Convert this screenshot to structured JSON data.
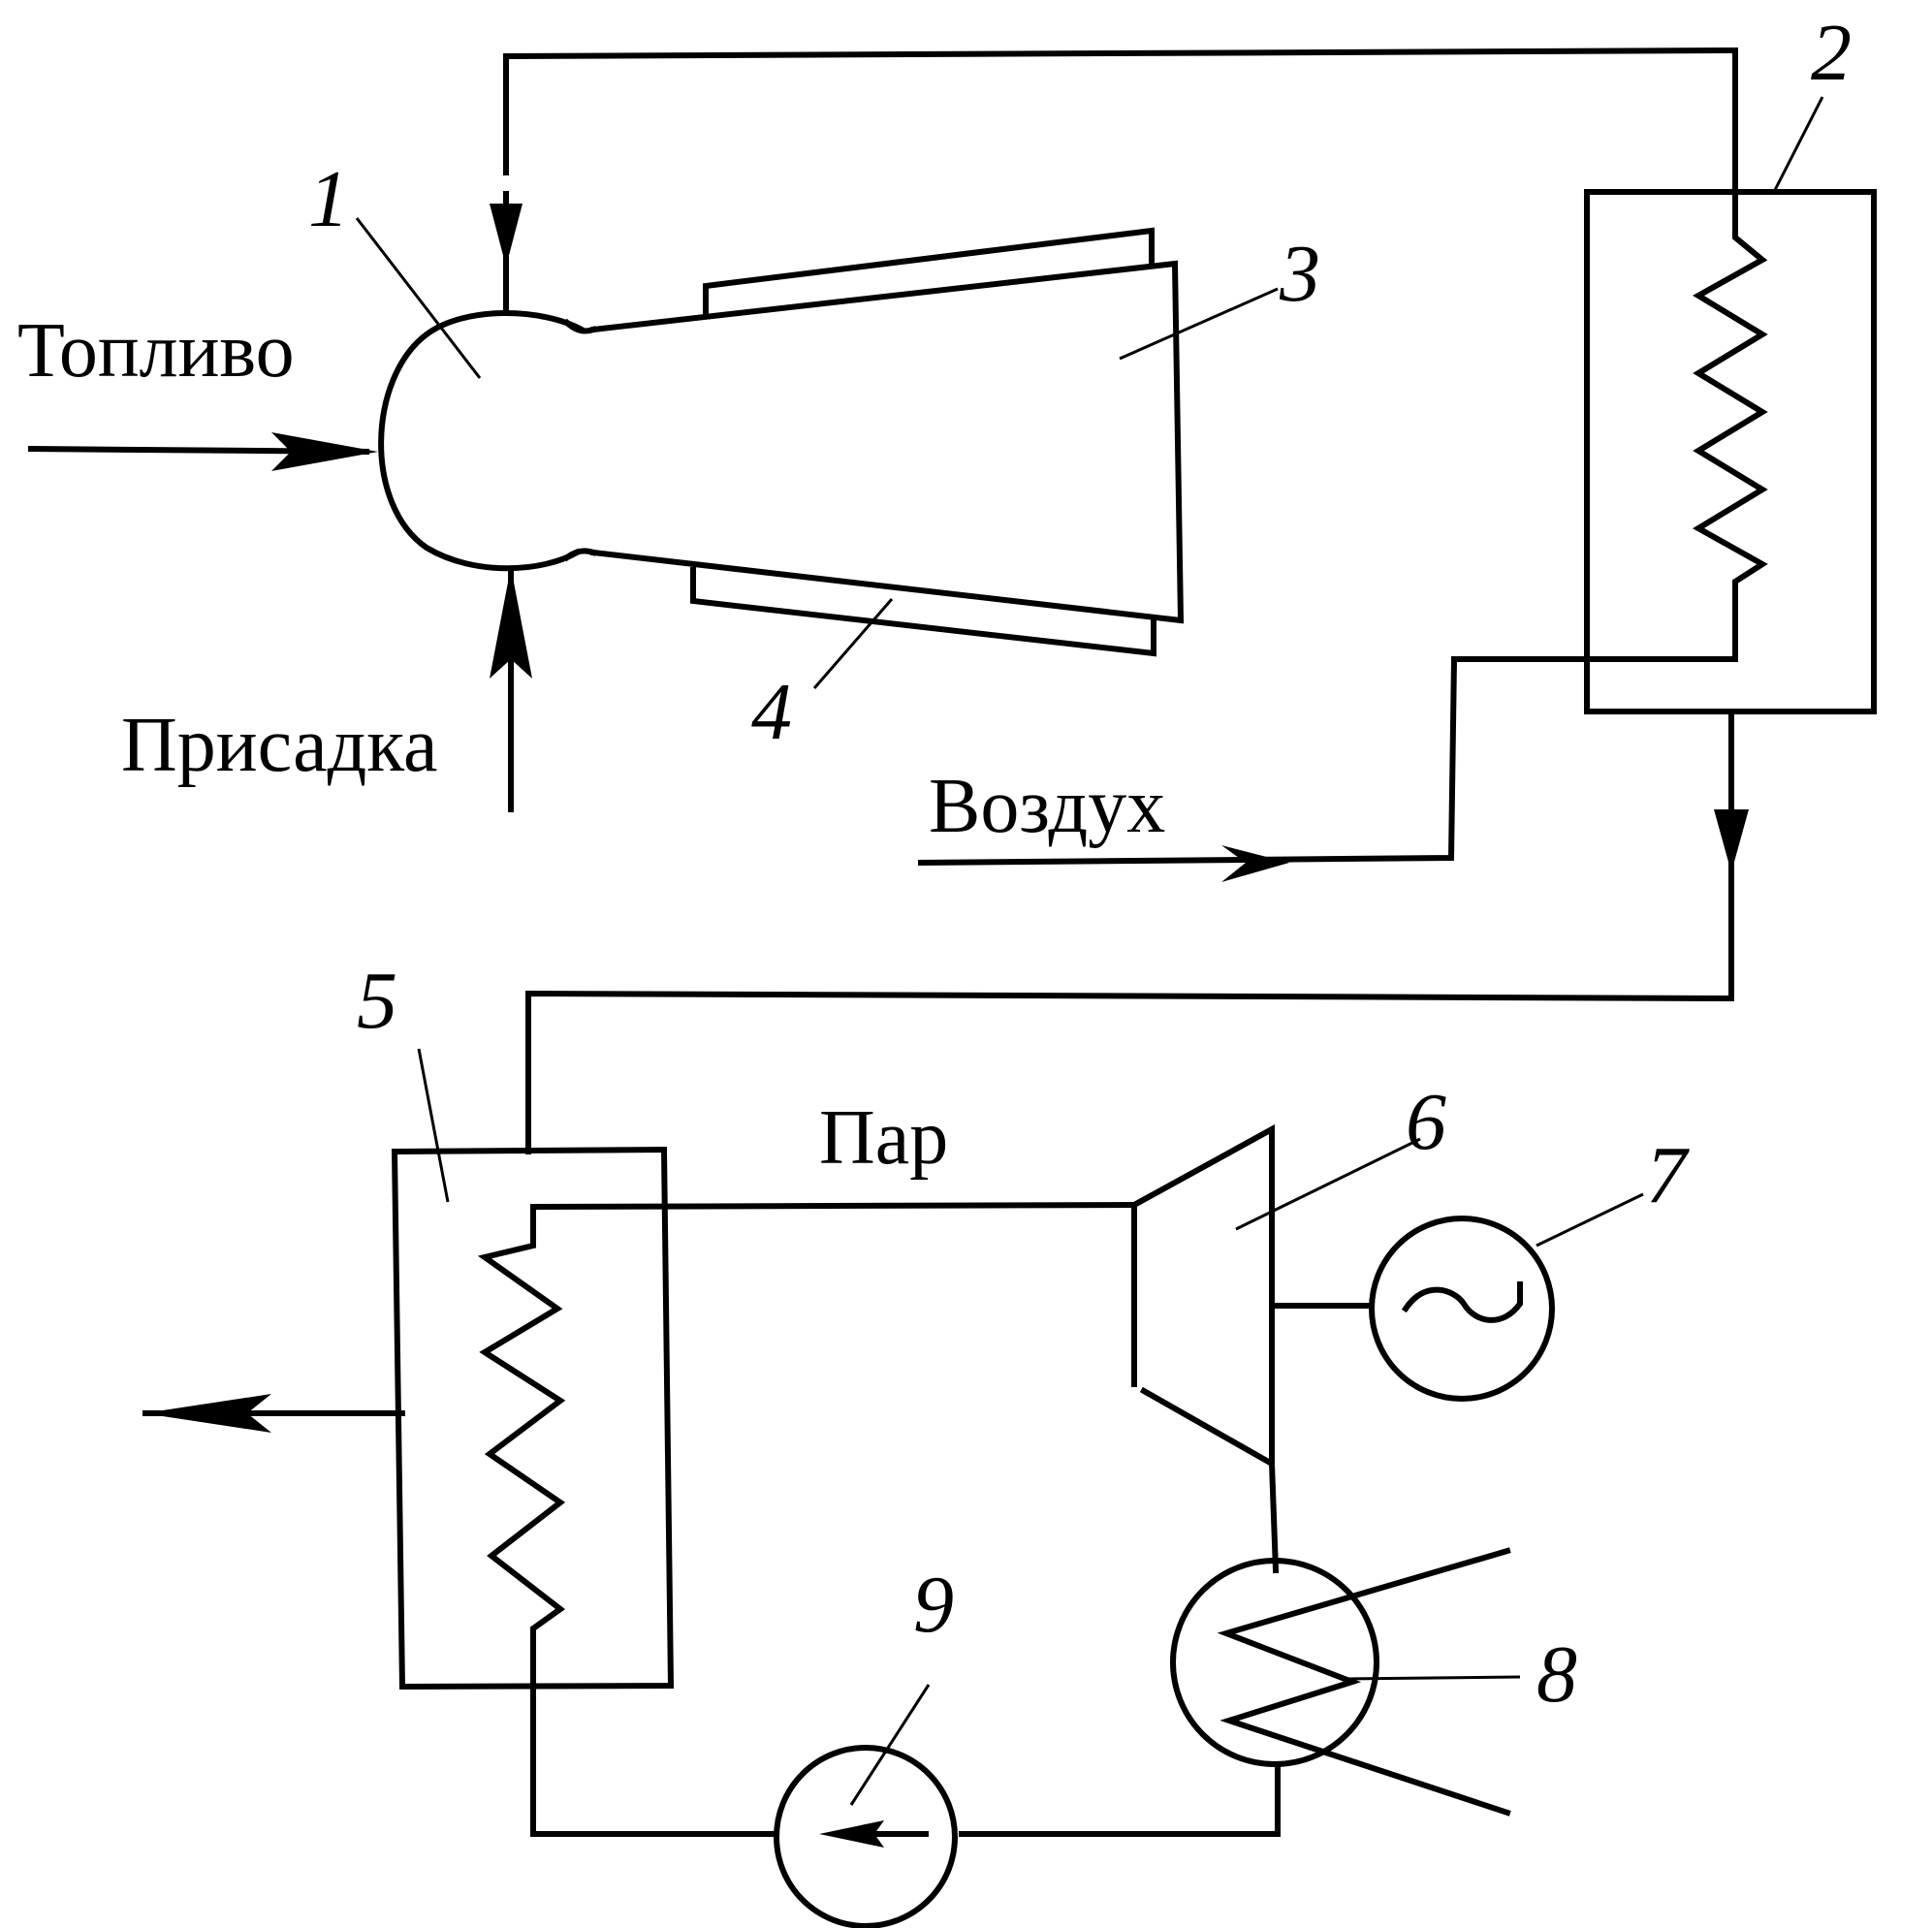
{
  "labels": {
    "fuel": "Топливо",
    "additive": "Присадка",
    "air": "Воздух",
    "steam": "Пар"
  },
  "numbers": {
    "n1": "1",
    "n2": "2",
    "n3": "3",
    "n4": "4",
    "n5": "5",
    "n6": "6",
    "n7": "7",
    "n8": "8",
    "n9": "9"
  }
}
